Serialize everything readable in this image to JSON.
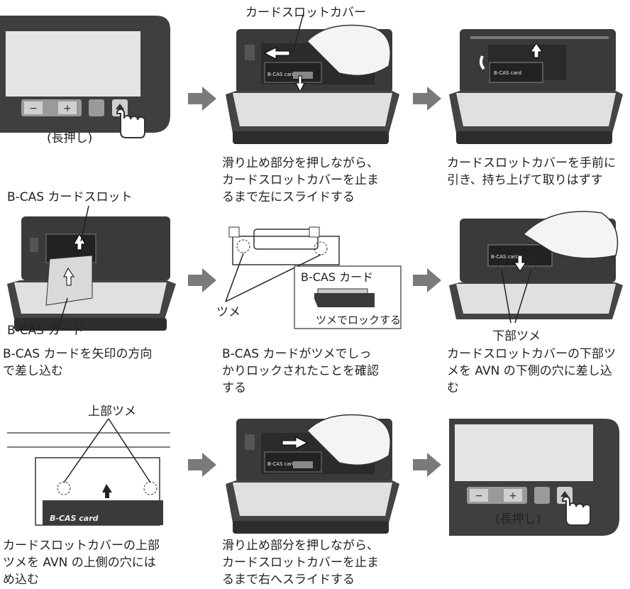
{
  "row1": {
    "step1": {
      "label": "(長押し)"
    },
    "step2": {
      "label": "カードスロットカバー",
      "card": "B-CAS card",
      "caption": "滑り止め部分を押しながら、\nカードスロットカバーを止ま\nるまで左にスライドする"
    },
    "step3": {
      "card": "B-CAS card",
      "caption": "カードスロットカバーを手前に\n引き、持ち上げて取りはずす"
    }
  },
  "row2": {
    "step4": {
      "label_top": "B-CAS カードスロット",
      "label_bottom": "B-CAS カード",
      "caption": "B-CAS カードを矢印の方向\nで差し込む"
    },
    "step5": {
      "label_tsume": "ツメ",
      "box_title": "B-CAS カード",
      "box_note": "ツメでロックする",
      "caption": "B-CAS カードがツメでしっ\nかりロックされたことを確認\nする"
    },
    "step6": {
      "card": "B-CAS card",
      "label": "下部ツメ",
      "caption": "カードスロットカバーの下部ツ\nメを AVN の下側の穴に差し込\nむ"
    }
  },
  "row3": {
    "step7": {
      "label": "上部ツメ",
      "card": "B-CAS card",
      "caption": "カードスロットカバーの上部\nツメを AVN の上側の穴には\nめ込む"
    },
    "step8": {
      "card": "B-CAS card",
      "caption": "滑り止め部分を押しながら、\nカードスロットカバーを止ま\nるまで右へスライドする"
    },
    "step9": {
      "label": "(長押し)"
    }
  },
  "colors": {
    "arrow": "#7a7a7a",
    "device_dark": "#3a3a3a",
    "screen": "#e6e6e6"
  }
}
